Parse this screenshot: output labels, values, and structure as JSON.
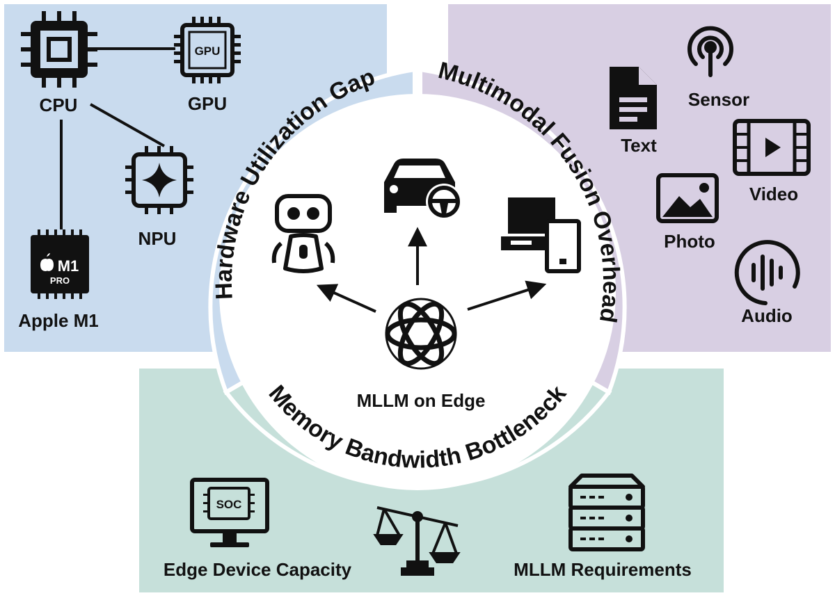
{
  "colors": {
    "hardware_panel": "#c9dbee",
    "multimodal_panel": "#d8cfe3",
    "memory_panel": "#c6e0da",
    "ink": "#111111"
  },
  "center": {
    "label": "MLLM on Edge",
    "icon": "openai-logo-icon"
  },
  "applications": [
    {
      "icon": "robot-icon"
    },
    {
      "icon": "car-steering-icon"
    },
    {
      "icon": "desktop-computer-icon"
    }
  ],
  "ring": {
    "hardware": "Hardware Utilization Gap",
    "multimodal": "Multimodal Fusion Overhead",
    "memory": "Memory Bandwidth Bottleneck"
  },
  "hardware": {
    "cpu": "CPU",
    "gpu": "GPU",
    "gpu_chip": "GPU",
    "npu": "NPU",
    "apple": "Apple M1",
    "m1_chip": "M1",
    "m1_pro": "PRO"
  },
  "modalities": {
    "text": "Text",
    "sensor": "Sensor",
    "video": "Video",
    "photo": "Photo",
    "audio": "Audio"
  },
  "memory": {
    "edge": "Edge Device Capacity",
    "soc_chip": "SOC",
    "mllm": "MLLM Requirements"
  }
}
